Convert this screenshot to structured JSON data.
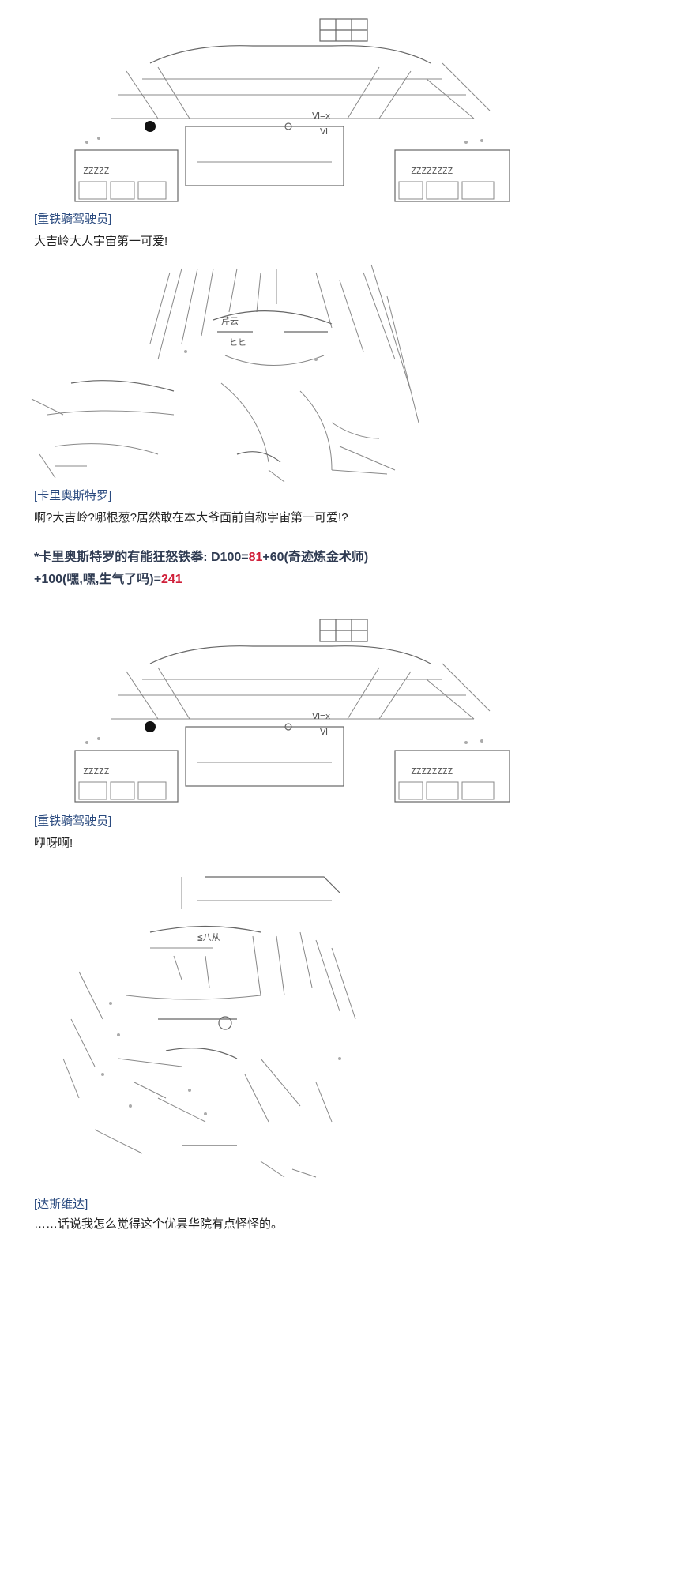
{
  "posts": [
    {
      "speaker": "[重铁骑驾驶员]",
      "text": "大吉岭大人宇宙第一可爱!"
    },
    {
      "speaker": "[卡里奥斯特罗]",
      "text": "啊?大吉岭?哪根葱?居然敢在本大爷面前自称宇宙第一可爱!?"
    },
    {
      "speaker": "[重铁骑驾驶员]",
      "text": "咿呀啊!"
    },
    {
      "speaker": "[达斯维达]",
      "text": "……话说我怎么觉得这个优昙华院有点怪怪的。"
    }
  ],
  "roll": {
    "prefix": "*卡里奥斯特罗的有能狂怒铁拳: D100=",
    "die": "81",
    "mid": "+60(奇迹炼金术师)",
    "line2_prefix": "+100(嘿,嘿,生气了吗)=",
    "total": "241"
  },
  "art_labels": {
    "tank_top": "Ⅵ=x",
    "tank_mid": "Ⅵ",
    "tank_left": "ZZZZZ",
    "tank_right": "ZZZZZZZZ",
    "girl_face": "芹云",
    "girl_mouth": "ヒヒ",
    "fighter_mark": "≦八从"
  }
}
